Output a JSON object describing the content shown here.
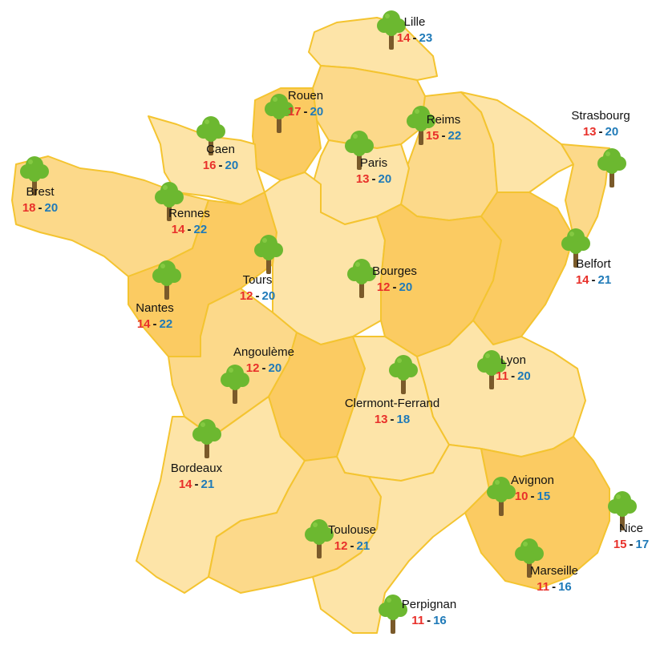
{
  "map": {
    "separator": "-",
    "colors": {
      "min_temp": "#e8302a",
      "max_temp": "#1f7ab8",
      "region_light": "#fde4a8",
      "region_mid": "#fcd98a",
      "region_dark": "#fbcb62",
      "border": "#f4c430",
      "tree_foliage": "#6cb830",
      "tree_trunk": "#7a5a2a"
    },
    "icon": "tree-icon",
    "cities": [
      {
        "name": "Lille",
        "min": "14",
        "max": "23"
      },
      {
        "name": "Rouen",
        "min": "17",
        "max": "20"
      },
      {
        "name": "Reims",
        "min": "15",
        "max": "22"
      },
      {
        "name": "Strasbourg",
        "min": "13",
        "max": "20"
      },
      {
        "name": "Caen",
        "min": "16",
        "max": "20"
      },
      {
        "name": "Paris",
        "min": "13",
        "max": "20"
      },
      {
        "name": "Brest",
        "min": "18",
        "max": "20"
      },
      {
        "name": "Rennes",
        "min": "14",
        "max": "22"
      },
      {
        "name": "Belfort",
        "min": "14",
        "max": "21"
      },
      {
        "name": "Tours",
        "min": "12",
        "max": "20"
      },
      {
        "name": "Bourges",
        "min": "12",
        "max": "20"
      },
      {
        "name": "Nantes",
        "min": "14",
        "max": "22"
      },
      {
        "name": "Angoulème",
        "min": "12",
        "max": "20"
      },
      {
        "name": "Lyon",
        "min": "11",
        "max": "20"
      },
      {
        "name": "Clermont-Ferrand",
        "min": "13",
        "max": "18"
      },
      {
        "name": "Bordeaux",
        "min": "14",
        "max": "21"
      },
      {
        "name": "Avignon",
        "min": "10",
        "max": "15"
      },
      {
        "name": "Nice",
        "min": "15",
        "max": "17"
      },
      {
        "name": "Toulouse",
        "min": "12",
        "max": "21"
      },
      {
        "name": "Marseille",
        "min": "11",
        "max": "16"
      },
      {
        "name": "Perpignan",
        "min": "11",
        "max": "16"
      }
    ]
  }
}
